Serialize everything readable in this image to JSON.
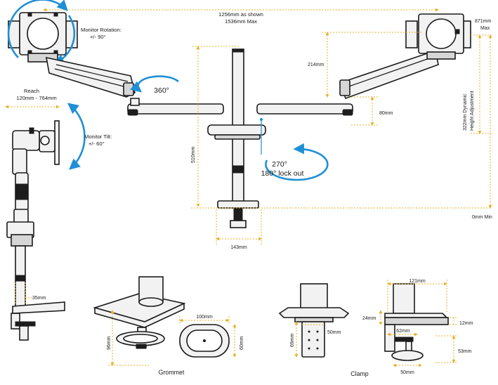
{
  "labels": {
    "width_line1": "1256mm as shown",
    "width_line2": "1536mm Max",
    "max_height": "871mm",
    "max_word": "Max",
    "rotation_line1": "Monitor Rotation:",
    "rotation_line2": "+/- 90°",
    "swivel": "360°",
    "lock_line1": "270°",
    "lock_line2": "180° lock out",
    "arm_height": "214mm",
    "dynamic_line1": "322mm Dynamic",
    "dynamic_line2": "Height Adjustment",
    "arm_offset": "80mm",
    "pole_height": "510mm",
    "min_height": "0mm Min",
    "base_width": "143mm",
    "reach_line1": "Reach",
    "reach_line2": "120mm - 764mm",
    "tilt_line1": "Monitor Tilt:",
    "tilt_line2": "+/- 60°",
    "pole_offset": "35mm",
    "grommet_slot": "100mm",
    "grommet_depth": "96mm",
    "grommet_plate": "60mm",
    "grommet_caption": "Grommet",
    "clamp_plate": "50mm",
    "clamp_bar": "69mm",
    "clamp_caption": "Clamp",
    "clamp_width": "121mm",
    "clamp_top": "24mm",
    "clamp_desk": "12mm",
    "clamp_jaw": "62mm",
    "clamp_opening": "53mm",
    "clamp_foot": "50mm"
  },
  "colors": {
    "dimension": "#e8b028",
    "rotation_arc": "#1f8fd6",
    "outline": "#1a1a1a"
  }
}
